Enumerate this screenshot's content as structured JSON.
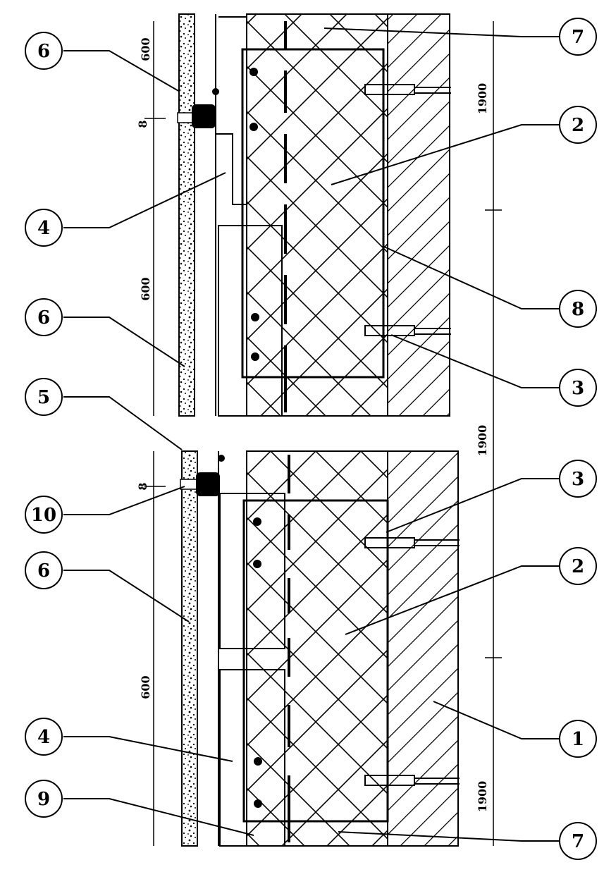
{
  "callouts_left": [
    {
      "label": "6"
    },
    {
      "label": "4"
    },
    {
      "label": "6"
    },
    {
      "label": "5"
    },
    {
      "label": "10"
    },
    {
      "label": "6"
    },
    {
      "label": "4"
    },
    {
      "label": "9"
    }
  ],
  "callouts_right": [
    {
      "label": "7"
    },
    {
      "label": "2"
    },
    {
      "label": "8"
    },
    {
      "label": "3"
    },
    {
      "label": "3"
    },
    {
      "label": "2"
    },
    {
      "label": "1"
    },
    {
      "label": "7"
    }
  ],
  "dimensions": {
    "left_top": "600",
    "left_mid": "600",
    "left_bottom": "600",
    "right_top": "1900",
    "right_mid": "1900",
    "right_bottom": "1900",
    "joint_top": "8",
    "joint_bottom": "8"
  },
  "colors": {
    "ink": "#000000",
    "paper": "#ffffff"
  }
}
